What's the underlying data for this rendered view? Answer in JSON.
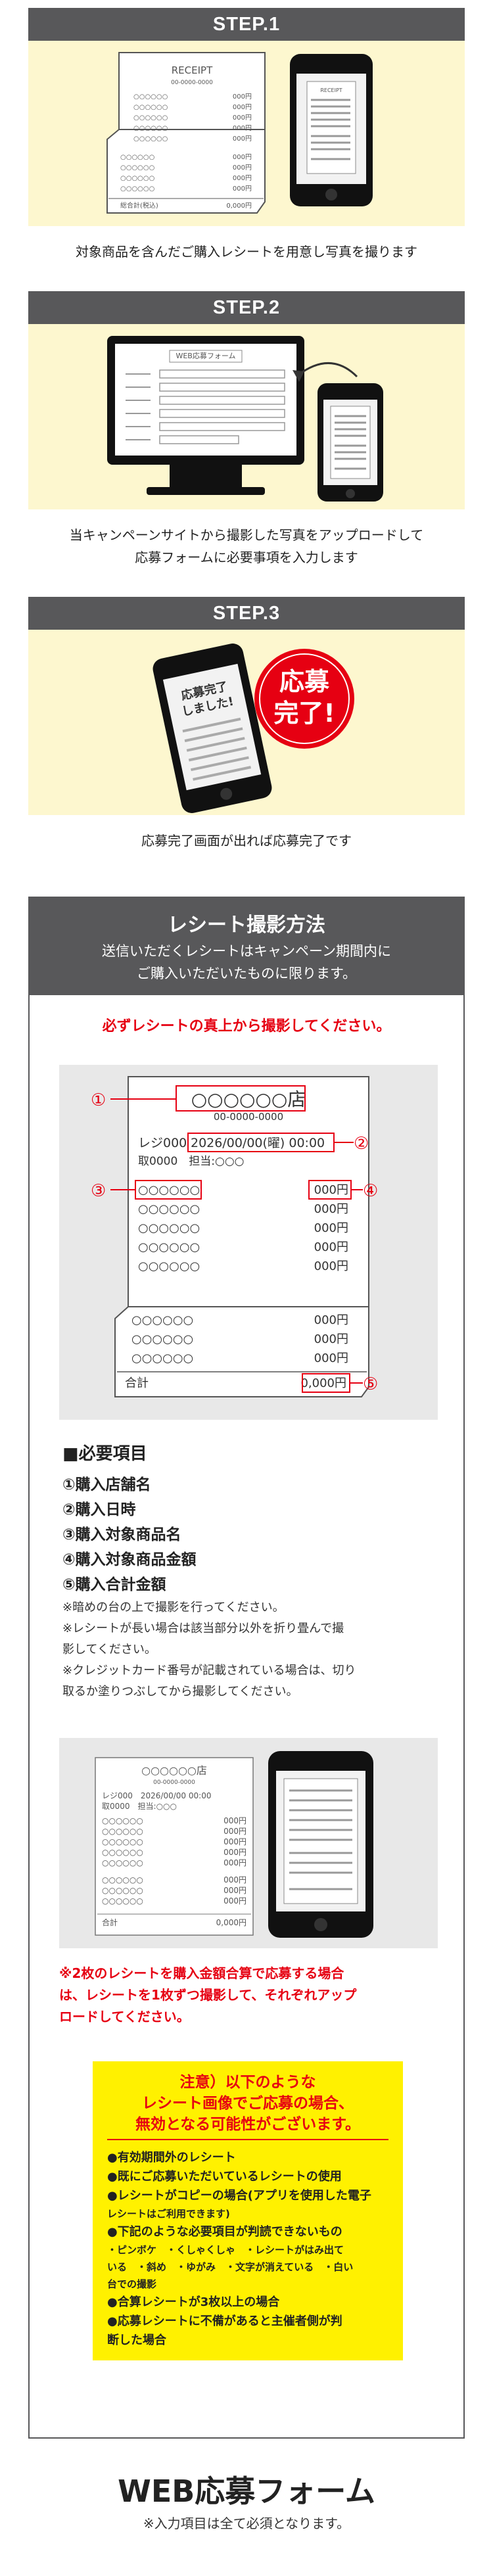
{
  "steps": [
    {
      "label": "STEP.1",
      "caption": "対象商品を含んだご購入レシートを用意し写真を撮ります"
    },
    {
      "label": "STEP.2",
      "caption_line1": "当キャンペーンサイトから撮影した写真をアップロードして",
      "caption_line2": "応募フォームに必要事項を入力します"
    },
    {
      "label": "STEP.3",
      "caption": "応募完了画面が出れば応募完了です"
    }
  ],
  "step1_receipt": {
    "title": "RECEIPT",
    "number": "00-0000-0000",
    "items": [
      "○○○○○○",
      "○○○○○○",
      "○○○○○○",
      "○○○○○○",
      "○○○○○○"
    ],
    "prices": [
      "000円",
      "000円",
      "000円",
      "000円",
      "000円"
    ],
    "items2": [
      "○○○○○○",
      "○○○○○○",
      "○○○○○○",
      "○○○○○○"
    ],
    "prices2": [
      "000円",
      "000円",
      "000円",
      "000円"
    ],
    "total_label": "総合計(税込)",
    "total_value": "0,000円"
  },
  "step1_phone": {
    "title": "RECEIPT"
  },
  "step2_monitor": {
    "title": "WEB応募フォーム"
  },
  "step3_phone": {
    "line1": "応募完了",
    "line2": "しました!"
  },
  "step3_badge": {
    "line1": "応募",
    "line2": "完了!"
  },
  "method": {
    "title": "レシート撮影方法",
    "sub_line1": "送信いただくレシートはキャンペーン期間内に",
    "sub_line2": "ご購入いただいたものに限ります。",
    "alert": "必ずレシートの真上から撮影してください。"
  },
  "sample_receipt": {
    "store": "○○○○○○店",
    "tel": "00-0000-0000",
    "register": "レジ000",
    "datetime": "2026/00/00(曜) 00:00",
    "clerk": "取0000　担当:○○○",
    "item_label": "○○○○○○",
    "price": "000円",
    "total_label": "合計",
    "total_value": "0,000円",
    "markers": [
      "①",
      "②",
      "③",
      "④",
      "⑤"
    ]
  },
  "requirements": {
    "title": "■必要項目",
    "items": [
      "①購入店舗名",
      "②購入日時",
      "③購入対象商品名",
      "④購入対象商品金額",
      "⑤購入合計金額"
    ],
    "notes": [
      "※暗めの台の上で撮影を行ってください。",
      "※レシートが長い場合は該当部分以外を折り畳んで撮",
      "影してください。",
      "※クレジットカード番号が記載されている場合は、切り",
      "取るか塗りつぶしてから撮影してください。"
    ]
  },
  "multi": {
    "receipt_store": "○○○○○○店",
    "receipt_tel": "00-0000-0000",
    "receipt_row": "レジ000　2026/00/00 00:00",
    "receipt_clerk": "取0000　担当:○○○",
    "receipt_item": "○○○○○○",
    "receipt_price": "000円",
    "receipt_total": "合計",
    "receipt_total_value": "0,000円",
    "note_line1": "※2枚のレシートを購入金額合算で応募する場合",
    "note_line2": "は、レシートを1枚ずつ撮影して、それぞれアップ",
    "note_line3": "ロードしてください。"
  },
  "warning": {
    "title_line1": "注意）以下のような",
    "title_line2": "レシート画像でご応募の場合、",
    "title_line3": "無効となる可能性がございます。",
    "items": [
      "●有効期間外のレシート",
      "●既にご応募いただいているレシートの使用",
      "●レシートがコピーの場合(アプリを使用した電子",
      "レシートはご利用できます)",
      "●下記のような必要項目が判読できないもの",
      "・ピンボケ　・くしゃくしゃ　・レシートがはみ出て",
      "いる　・斜め　・ゆがみ　・文字が消えている　・白い",
      "台での撮影",
      "●合算レシートが3枚以上の場合",
      "●応募レシートに不備があると主催者側が判",
      "断した場合"
    ]
  },
  "form": {
    "title": "WEB応募フォーム",
    "sub": "※入力項目は全て必須となります。"
  },
  "colors": {
    "step_bar": "#58585a",
    "step_bg": "#fdf7cf",
    "alert_red": "#e60012",
    "warn_yellow": "#fff100"
  }
}
